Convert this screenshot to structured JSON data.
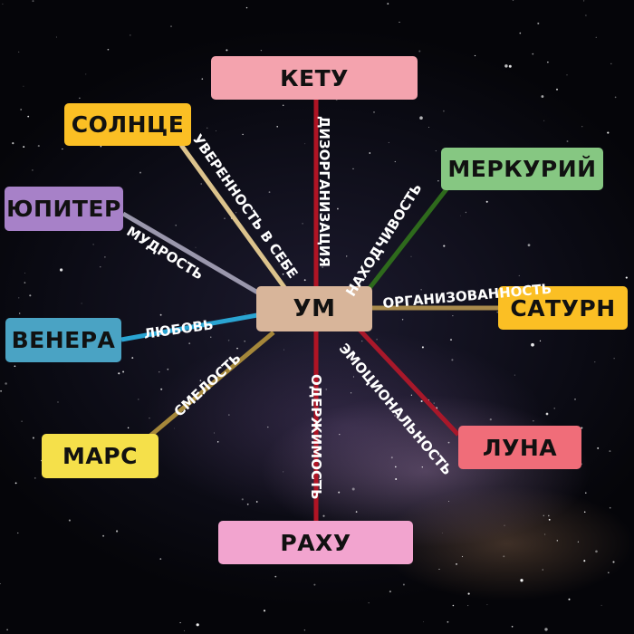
{
  "center": {
    "label": "УМ",
    "color": "#d8b59a"
  },
  "nodes": [
    {
      "key": "ketu",
      "label": "КЕТУ",
      "color": "#f4a3ae",
      "relation": "ДИЗОРГАНИЗАЦИЯ",
      "line_color": "#b01424"
    },
    {
      "key": "surya",
      "label": "СОЛНЦЕ",
      "color": "#fbbf24",
      "relation": "УВЕРЕННОСТЬ В СЕБЕ",
      "line_color": "#dcc38c"
    },
    {
      "key": "budha",
      "label": "МЕРКУРИЙ",
      "color": "#86c782",
      "relation": "НАХОДЧИВОСТЬ",
      "line_color": "#2e6a1c"
    },
    {
      "key": "guru",
      "label": "ЮПИТЕР",
      "color": "#a781c8",
      "relation": "МУДРОСТЬ",
      "line_color": "#9a97ac"
    },
    {
      "key": "shani",
      "label": "САТУРН",
      "color": "#fbbf24",
      "relation": "ОРГАНИЗОВАННОСТЬ",
      "line_color": "#a98a4c"
    },
    {
      "key": "shukra",
      "label": "ВЕНЕРА",
      "color": "#4aa3c4",
      "relation": "ЛЮБОВЬ",
      "line_color": "#2aa4d2"
    },
    {
      "key": "chandra",
      "label": "ЛУНА",
      "color": "#f06d79",
      "relation": "ЭМОЦИОНАЛЬНОСТЬ",
      "line_color": "#a8182a"
    },
    {
      "key": "mangala",
      "label": "МАРС",
      "color": "#f5e04a",
      "relation": "СМЕЛОСТЬ",
      "line_color": "#a5873a"
    },
    {
      "key": "rahu",
      "label": "РАХУ",
      "color": "#f2a4cf",
      "relation": "ОДЕРЖИМОСТЬ",
      "line_color": "#b01424"
    }
  ]
}
